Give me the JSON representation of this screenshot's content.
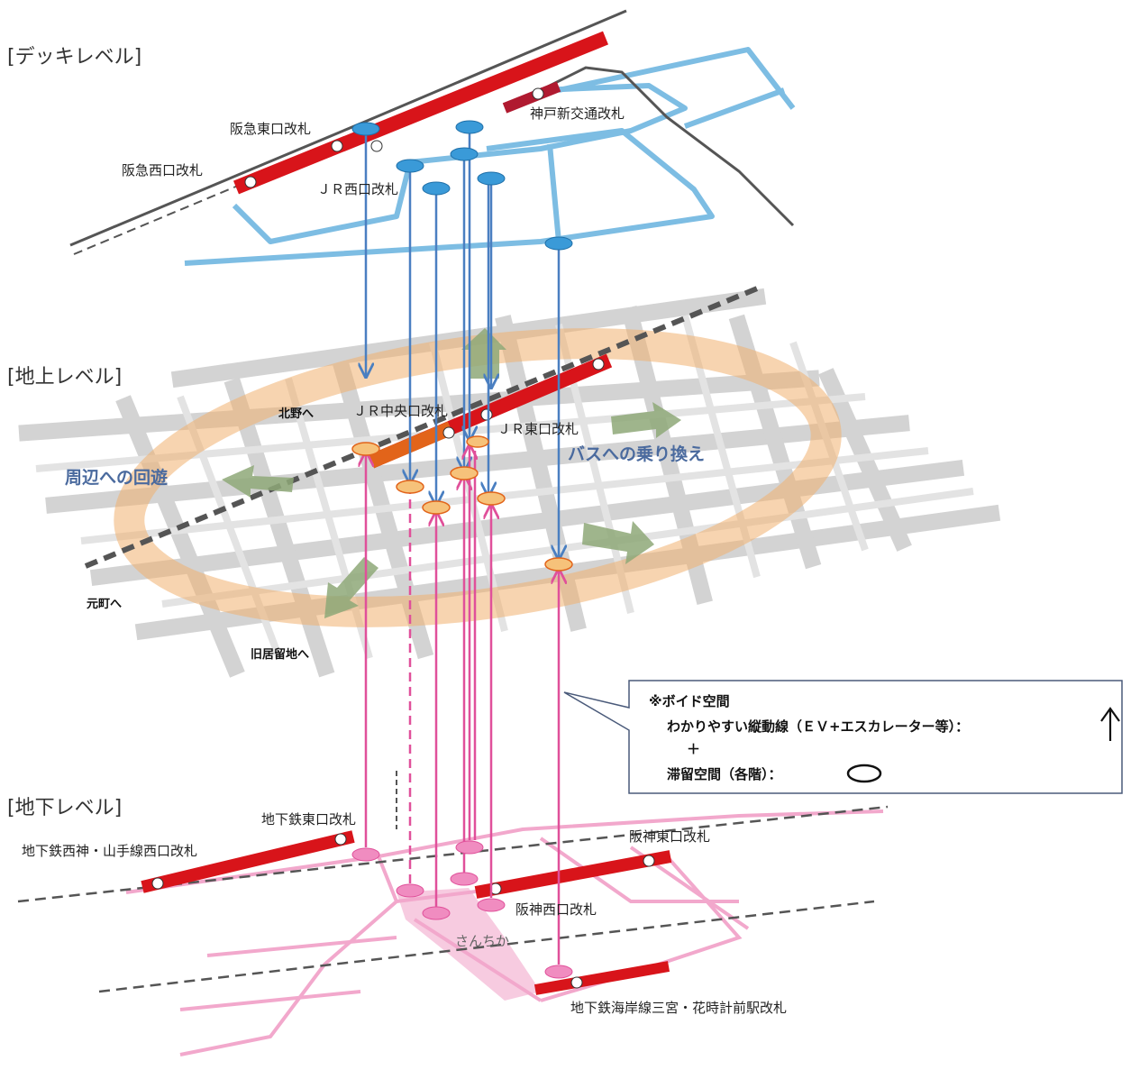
{
  "levels": {
    "deck": "[デッキレベル]",
    "ground": "[地上レベル]",
    "underground": "[地下レベル]"
  },
  "deck_labels": {
    "hankyu_east": "阪急東口改札",
    "hankyu_west": "阪急西口改札",
    "jr_west": "ＪＲ西口改札",
    "kobe_shinkotsu": "神戸新交通改札"
  },
  "ground_labels": {
    "jr_central": "ＪＲ中央口改札",
    "jr_east": "ＪＲ東口改札",
    "kitano": "北野へ",
    "motomachi": "元町へ",
    "kyukyoryuchi": "旧居留地へ",
    "circulation": "周辺への回遊",
    "bus_transfer": "バスへの乗り換え"
  },
  "underground_labels": {
    "subway_east": "地下鉄東口改札",
    "subway_seishin_west": "地下鉄西神・山手線西口改札",
    "hanshin_east": "阪神東口改札",
    "hanshin_west": "阪神西口改札",
    "sanchika": "さんちか",
    "subway_kaigan": "地下鉄海岸線三宮・花時計前駅改札"
  },
  "legend": {
    "title": "※ボイド空間",
    "line1": "わかりやすい縦動線（ＥＶ+エスカレーター等）：",
    "plus": "＋",
    "line2": "滞留空間（各階）："
  },
  "colors": {
    "deck_route": "#6fb6e0",
    "vertical_blue": "#4a7fc1",
    "vertical_pink": "#e0509a",
    "station_red": "#d8141a",
    "ground_halo": "#f0b070",
    "arrow_green": "#8ea878",
    "underground_pink": "#f2a8cc"
  }
}
